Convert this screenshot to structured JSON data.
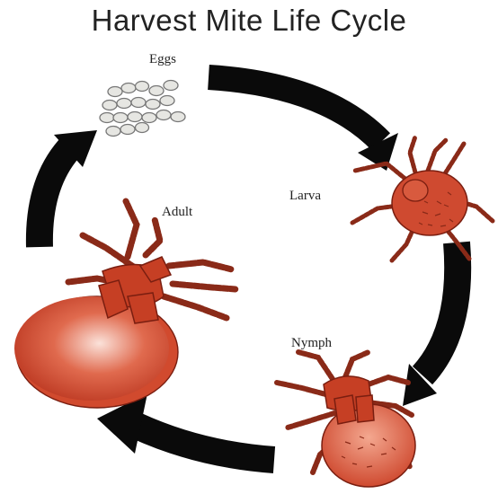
{
  "title": "Harvest Mite Life Cycle",
  "stages": {
    "eggs": "Eggs",
    "larva": "Larva",
    "nymph": "Nymph",
    "adult": "Adult"
  },
  "colors": {
    "arrow": "#0a0a0a",
    "mite_body": "#cf4a30",
    "mite_dark": "#7a1e10",
    "egg_fill": "#e6e6e2",
    "egg_stroke": "#777777"
  },
  "cycle_order": [
    "eggs",
    "larva",
    "nymph",
    "adult"
  ]
}
